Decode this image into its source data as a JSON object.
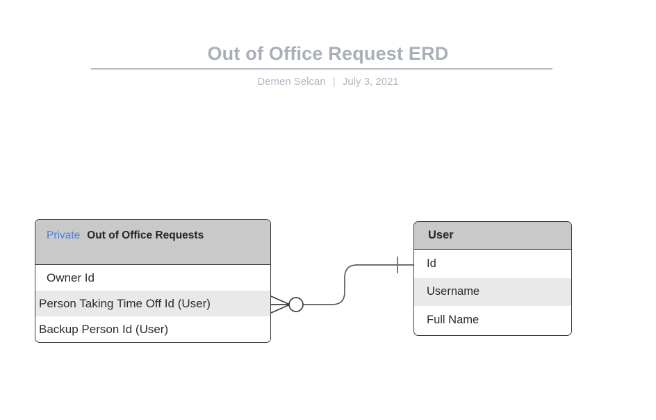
{
  "document": {
    "title": "Out of Office Request ERD",
    "author": "Demen Selcan",
    "separator": "|",
    "date": "July 3, 2021"
  },
  "diagram": {
    "type": "entity-relationship-diagram",
    "notation": "crows-foot",
    "entities": [
      {
        "id": "out-of-office-requests",
        "qualifier": "Private",
        "name": "Out of Office Requests",
        "header_bg": "#c9c9c9",
        "qualifier_color": "#4a7fe0",
        "attributes": [
          {
            "label": "Owner Id",
            "striped": false
          },
          {
            "label": "Person Taking Time Off Id (User)",
            "striped": true
          },
          {
            "label": "Backup Person Id (User)",
            "striped": false
          }
        ]
      },
      {
        "id": "user",
        "qualifier": "",
        "name": "User",
        "header_bg": "#c9c9c9",
        "qualifier_color": "#4a7fe0",
        "attributes": [
          {
            "label": "Id",
            "striped": false
          },
          {
            "label": "Username",
            "striped": true
          },
          {
            "label": "Full Name",
            "striped": false
          }
        ]
      }
    ],
    "relationships": [
      {
        "from": "out-of-office-requests",
        "to": "user",
        "from_cardinality": "zero-or-many",
        "to_cardinality": "exactly-one",
        "line_color": "#5a5a5a"
      }
    ]
  }
}
